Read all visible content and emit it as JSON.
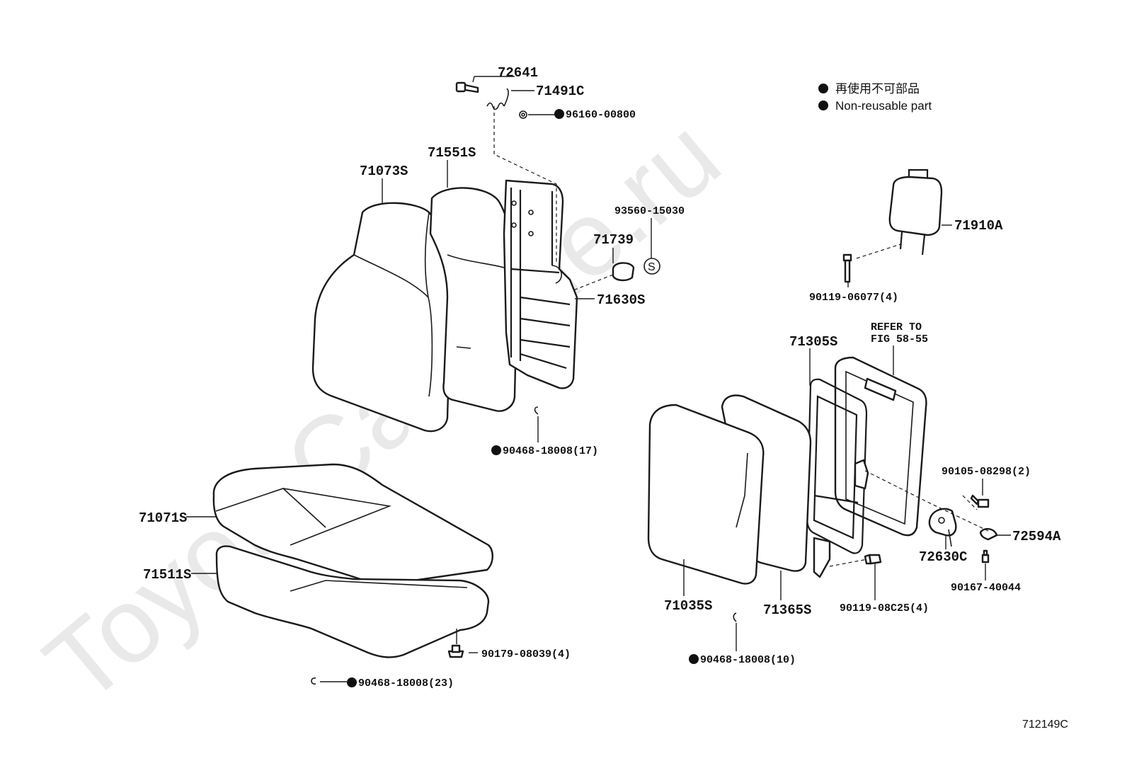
{
  "watermark": "ToyotaCarMine.ru",
  "legend": {
    "line1": "再使用不可部品",
    "line2": "Non-reusable part"
  },
  "figure_id": "712149C",
  "refer_note": {
    "line1": "REFER TO",
    "line2": "FIG 58-55"
  },
  "labels": {
    "p72641": "72641",
    "p71491C": "71491C",
    "p96160": "96160-00800",
    "p71551S": "71551S",
    "p71073S": "71073S",
    "p93560": "93560-15030",
    "p71739": "71739",
    "p71630S": "71630S",
    "p90468_17": "90468-18008(17)",
    "p71071S": "71071S",
    "p71511S": "71511S",
    "p90179": "90179-08039(4)",
    "p90468_23": "90468-18008(23)",
    "p71910A": "71910A",
    "p90119_06077": "90119-06077(4)",
    "p71305S": "71305S",
    "p90105": "90105-08298(2)",
    "p72594A": "72594A",
    "p72630C": "72630C",
    "p90167": "90167-40044",
    "p71035S": "71035S",
    "p71365S": "71365S",
    "p90119_08C25": "90119-08C25(4)",
    "p90468_10": "90468-18008(10)",
    "s_mark": "S"
  }
}
